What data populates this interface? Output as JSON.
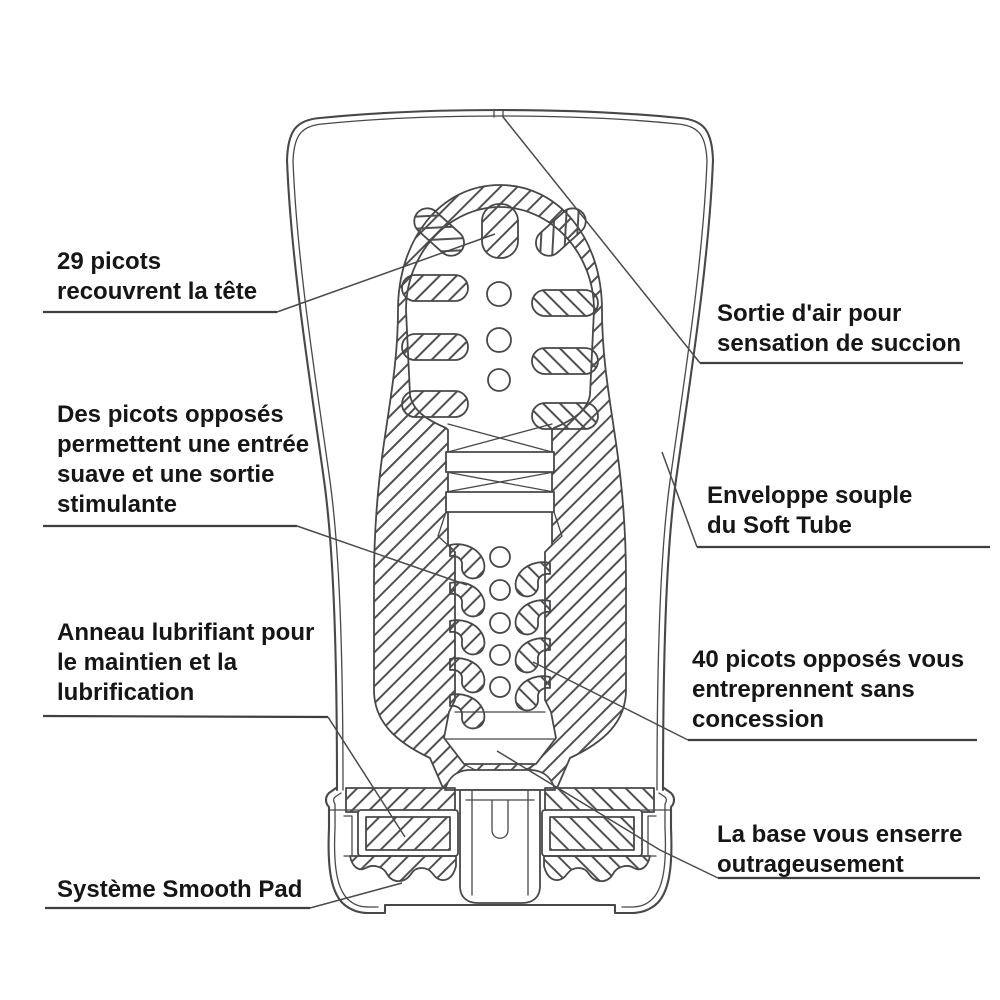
{
  "colors": {
    "background": "#ffffff",
    "diagram_line": "#48484a",
    "leader_line": "#4a4a4c",
    "text": "#161616"
  },
  "diagram": {
    "kind": "product cutaway cross-section with callout labels",
    "hatching": "diagonal section hatching on sleeve walls and base pads"
  },
  "labels": {
    "head_picots": "29 picots\nrecouvrent la tête",
    "air_outlet": "Sortie d'air pour\nsensation de succion",
    "opposed_picots": "Des picots opposés\npermettent une entrée\nsuave et une sortie\nstimulante",
    "soft_tube": "Enveloppe souple\ndu Soft Tube",
    "lubricant_ring": "Anneau lubrifiant pour\nle maintien et la\nlubrification",
    "forty_picots": "40 picots opposés vous\nentreprennent sans\nconcession",
    "base_grip": "La base vous enserre\noutrageusement",
    "smooth_pad": "Système Smooth Pad"
  }
}
